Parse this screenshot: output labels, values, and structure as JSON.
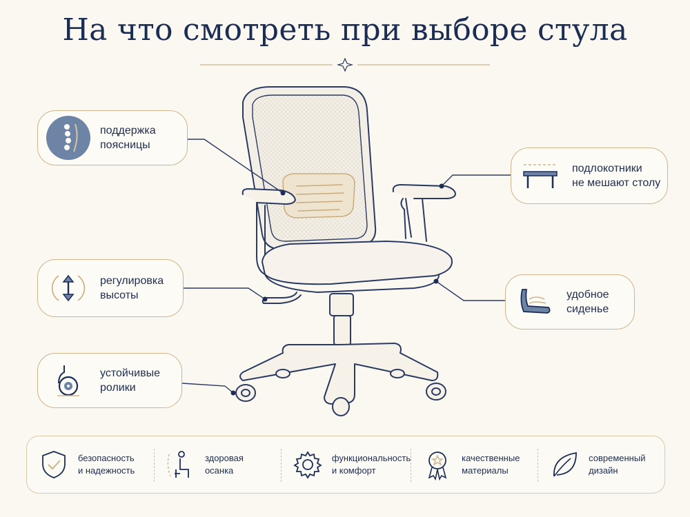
{
  "title": "На что смотреть при выборе стула",
  "callouts": {
    "lumbar": {
      "label": "поддержка\nпоясницы",
      "icon": "spine-icon"
    },
    "height": {
      "label": "регулировка\nвысоты",
      "icon": "height-arrows-icon"
    },
    "casters": {
      "label": "устойчивые\nролики",
      "icon": "caster-wheel-icon"
    },
    "armrests": {
      "label": "подлокотники\nне мешают столу",
      "icon": "desk-icon"
    },
    "seat": {
      "label": "удобное\nсиденье",
      "icon": "seat-icon"
    }
  },
  "features": [
    {
      "label": "безопасность\nи надежность",
      "icon": "shield-check-icon"
    },
    {
      "label": "здоровая\nосанка",
      "icon": "sitting-person-icon"
    },
    {
      "label": "функциональность\nи комфорт",
      "icon": "gear-icon"
    },
    {
      "label": "качественные\nматериалы",
      "icon": "award-badge-icon"
    },
    {
      "label": "современный\nдизайн",
      "icon": "leaf-icon"
    }
  ],
  "colors": {
    "navy": "#1b2c55",
    "gold": "#cdb48a",
    "accent_blue": "#6d84a6",
    "background": "#fbf8f1"
  }
}
